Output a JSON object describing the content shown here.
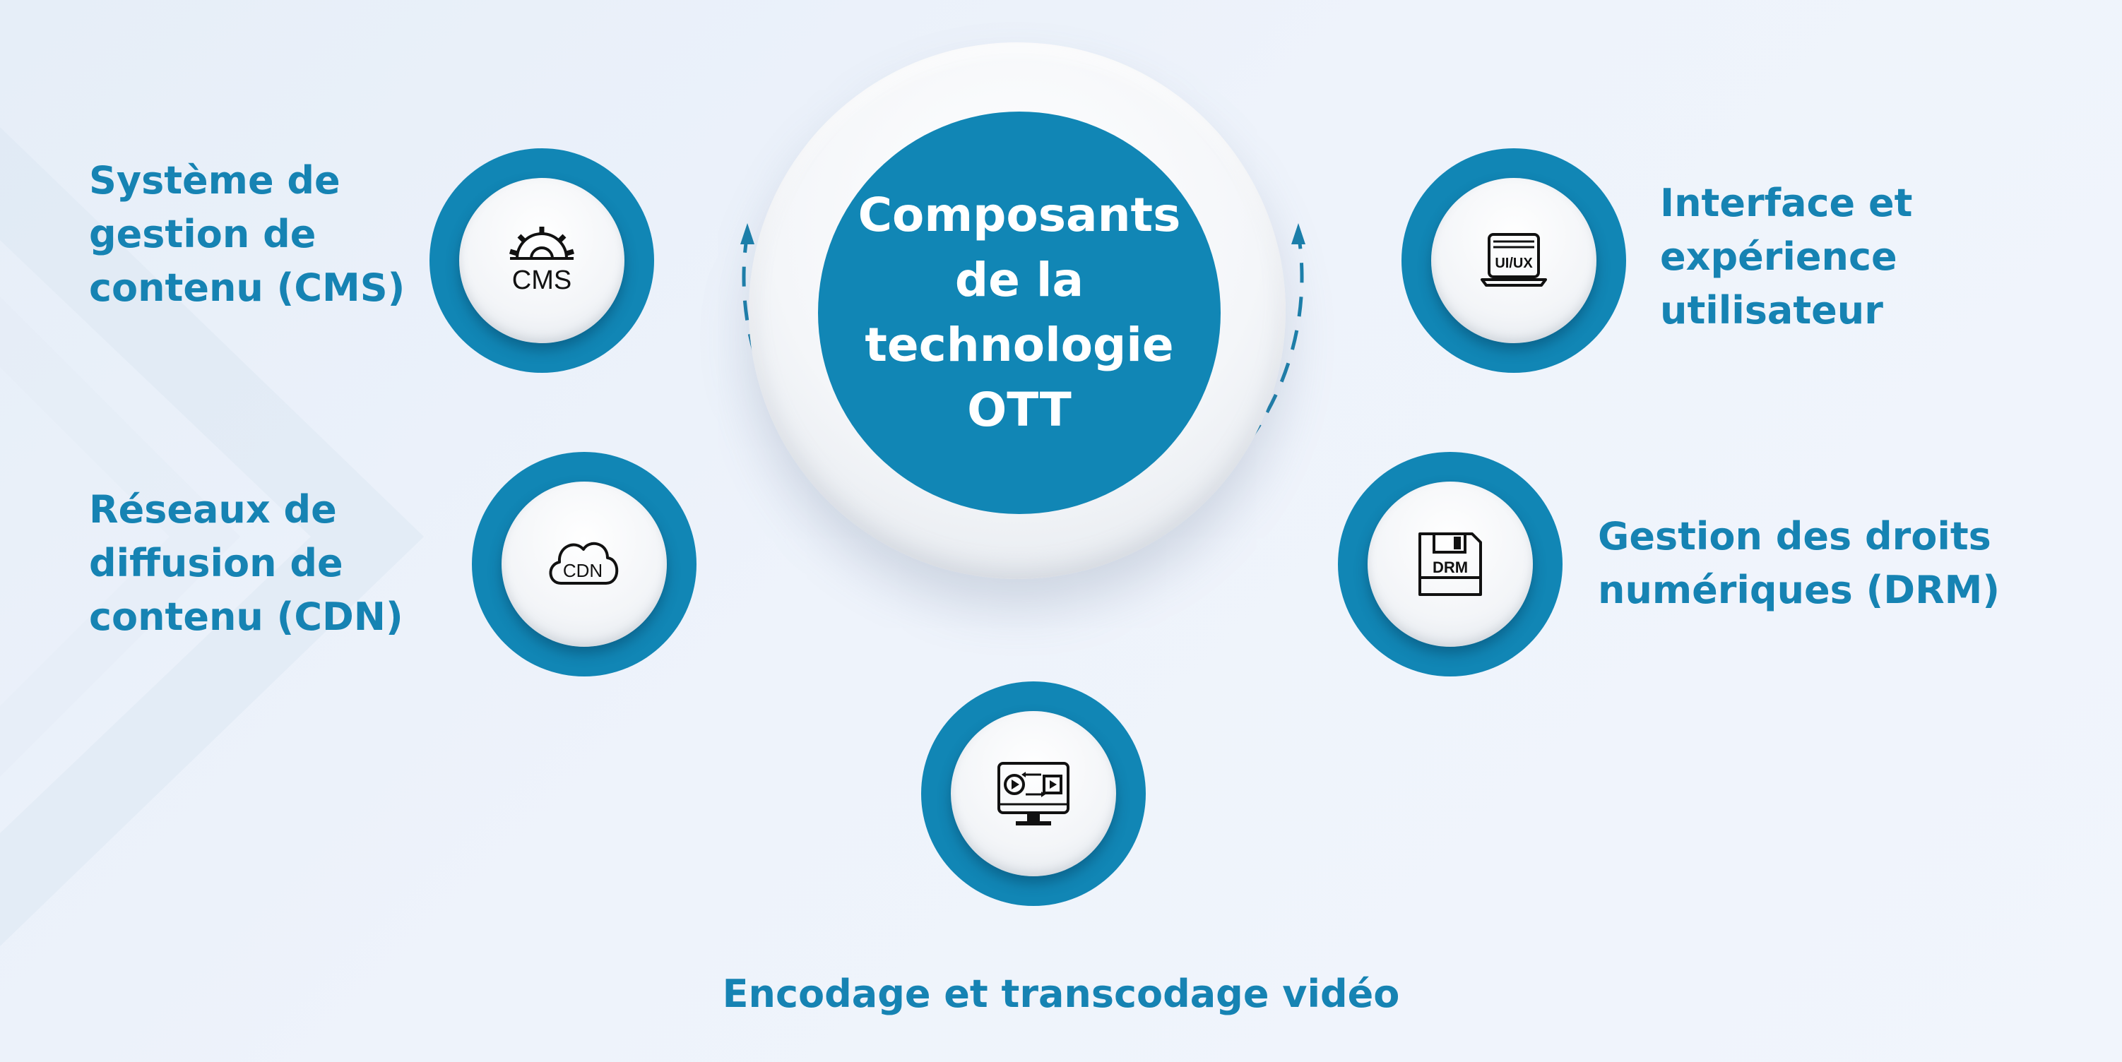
{
  "center": {
    "title": "Composants de la technologie OTT"
  },
  "colors": {
    "primary": "#1186b5",
    "label": "#1683b3",
    "background": "#eaf0f9"
  },
  "components": [
    {
      "id": "cms",
      "label": "Système de\ngestion de\ncontenu (CMS)",
      "icon": "cms-gear-icon",
      "icon_text": "CMS"
    },
    {
      "id": "cdn",
      "label": "Réseaux de\ndiffusion de\ncontenu (CDN)",
      "icon": "cdn-cloud-icon",
      "icon_text": "CDN"
    },
    {
      "id": "uiux",
      "label": "Interface et\nexpérience\nutilisateur",
      "icon": "uiux-laptop-icon",
      "icon_text": "UI/UX"
    },
    {
      "id": "drm",
      "label": "Gestion des droits\nnumériques (DRM)",
      "icon": "drm-floppy-icon",
      "icon_text": "DRM"
    },
    {
      "id": "encoding",
      "label": "Encodage et transcodage vidéo",
      "icon": "video-monitor-icon"
    }
  ]
}
